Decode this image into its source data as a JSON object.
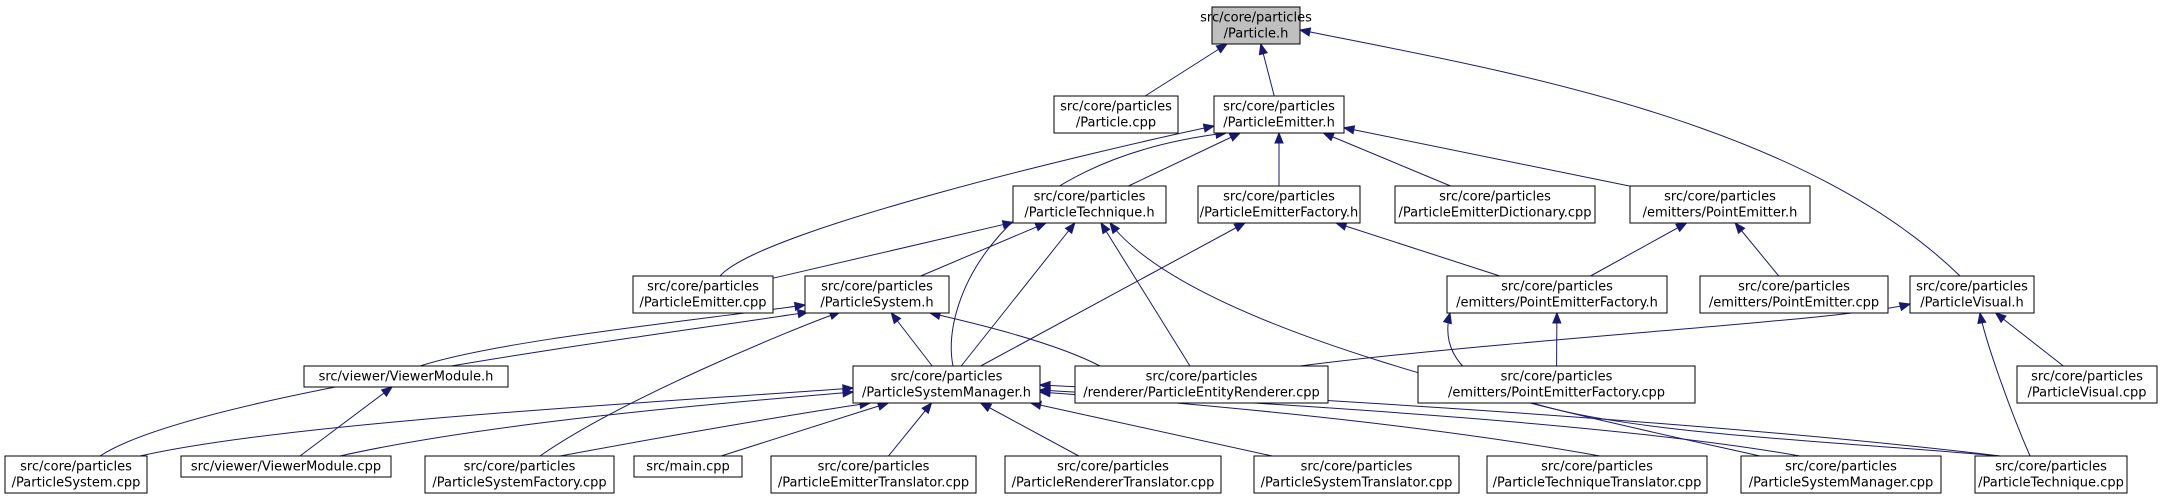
{
  "nodes": [
    {
      "id": "n0",
      "lines": [
        "src/core/particles",
        "/Particle.h"
      ],
      "root": true
    },
    {
      "id": "n1",
      "lines": [
        "src/core/particles",
        "/Particle.cpp"
      ]
    },
    {
      "id": "n2",
      "lines": [
        "src/core/particles",
        "/ParticleEmitter.h"
      ]
    },
    {
      "id": "n3",
      "lines": [
        "src/core/particles",
        "/ParticleTechnique.h"
      ]
    },
    {
      "id": "n4",
      "lines": [
        "src/core/particles",
        "/ParticleEmitterFactory.h"
      ]
    },
    {
      "id": "n5",
      "lines": [
        "src/core/particles",
        "/ParticleEmitterDictionary.cpp"
      ]
    },
    {
      "id": "n6",
      "lines": [
        "src/core/particles",
        "/emitters/PointEmitter.h"
      ]
    },
    {
      "id": "n7",
      "lines": [
        "src/core/particles",
        "/ParticleEmitter.cpp"
      ]
    },
    {
      "id": "n8",
      "lines": [
        "src/core/particles",
        "/ParticleSystem.h"
      ]
    },
    {
      "id": "n9",
      "lines": [
        "src/core/particles",
        "/emitters/PointEmitterFactory.h"
      ]
    },
    {
      "id": "n10",
      "lines": [
        "src/core/particles",
        "/emitters/PointEmitter.cpp"
      ]
    },
    {
      "id": "n11",
      "lines": [
        "src/core/particles",
        "/ParticleVisual.h"
      ]
    },
    {
      "id": "n12",
      "lines": [
        "src/viewer/ViewerModule.h"
      ]
    },
    {
      "id": "n13",
      "lines": [
        "src/core/particles",
        "/ParticleSystemManager.h"
      ]
    },
    {
      "id": "n14",
      "lines": [
        "src/core/particles",
        "/renderer/ParticleEntityRenderer.cpp"
      ]
    },
    {
      "id": "n15",
      "lines": [
        "src/core/particles",
        "/emitters/PointEmitterFactory.cpp"
      ]
    },
    {
      "id": "n16",
      "lines": [
        "src/core/particles",
        "/ParticleVisual.cpp"
      ]
    },
    {
      "id": "n17",
      "lines": [
        "src/core/particles",
        "/ParticleSystem.cpp"
      ]
    },
    {
      "id": "n18",
      "lines": [
        "src/viewer/ViewerModule.cpp"
      ]
    },
    {
      "id": "n19",
      "lines": [
        "src/core/particles",
        "/ParticleSystemFactory.cpp"
      ]
    },
    {
      "id": "n20",
      "lines": [
        "src/main.cpp"
      ]
    },
    {
      "id": "n21",
      "lines": [
        "src/core/particles",
        "/ParticleEmitterTranslator.cpp"
      ]
    },
    {
      "id": "n22",
      "lines": [
        "src/core/particles",
        "/ParticleRendererTranslator.cpp"
      ]
    },
    {
      "id": "n23",
      "lines": [
        "src/core/particles",
        "/ParticleSystemTranslator.cpp"
      ]
    },
    {
      "id": "n24",
      "lines": [
        "src/core/particles",
        "/ParticleTechniqueTranslator.cpp"
      ]
    },
    {
      "id": "n25",
      "lines": [
        "src/core/particles",
        "/ParticleSystemManager.cpp"
      ]
    },
    {
      "id": "n26",
      "lines": [
        "src/core/particles",
        "/ParticleTechnique.cpp"
      ]
    }
  ],
  "edges": [
    [
      "n1",
      "n0"
    ],
    [
      "n2",
      "n0"
    ],
    [
      "n11",
      "n0"
    ],
    [
      "n3",
      "n2"
    ],
    [
      "n4",
      "n2"
    ],
    [
      "n5",
      "n2"
    ],
    [
      "n6",
      "n2"
    ],
    [
      "n7",
      "n2"
    ],
    [
      "n13",
      "n2"
    ],
    [
      "n7",
      "n3"
    ],
    [
      "n8",
      "n3"
    ],
    [
      "n13",
      "n3"
    ],
    [
      "n14",
      "n3"
    ],
    [
      "n25",
      "n3"
    ],
    [
      "n13",
      "n4"
    ],
    [
      "n9",
      "n4"
    ],
    [
      "n9",
      "n6"
    ],
    [
      "n10",
      "n6"
    ],
    [
      "n12",
      "n8"
    ],
    [
      "n13",
      "n8"
    ],
    [
      "n14",
      "n8"
    ],
    [
      "n17",
      "n8"
    ],
    [
      "n19",
      "n8"
    ],
    [
      "n15",
      "n9"
    ],
    [
      "n26",
      "n9"
    ],
    [
      "n14",
      "n11"
    ],
    [
      "n16",
      "n11"
    ],
    [
      "n26",
      "n11"
    ],
    [
      "n18",
      "n12"
    ],
    [
      "n17",
      "n13"
    ],
    [
      "n18",
      "n13"
    ],
    [
      "n19",
      "n13"
    ],
    [
      "n20",
      "n13"
    ],
    [
      "n21",
      "n13"
    ],
    [
      "n22",
      "n13"
    ],
    [
      "n23",
      "n13"
    ],
    [
      "n24",
      "n13"
    ],
    [
      "n25",
      "n13"
    ],
    [
      "n26",
      "n13"
    ]
  ]
}
